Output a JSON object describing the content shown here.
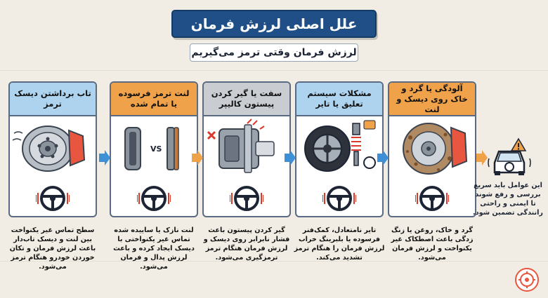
{
  "title": "علل اصلی لرزش فرمان",
  "subtitle": "لرزش فرمان وقتی ترمز می‌گیریم",
  "cards": [
    {
      "heading": "تاب برداشتن دیسک ترمز",
      "head_color": "#aed3ee",
      "description": "سطح تماس غیر یکنواخت بین لنت و دیسک تاب‌دار باعث لرزش فرمان و تکان خوردن خودرو هنگام ترمز می‌شود."
    },
    {
      "heading": "لنت ترمز فرسوده یا تمام شده",
      "head_color": "#f0a24b",
      "vs_label": "VS",
      "description": "لنت نازک یا ساییده شده تماس غیر یکنواختی با دیسک ایجاد کرده و باعث لرزش پدال و فرمان می‌شود."
    },
    {
      "heading": "سفت یا گیر کردن پیستون کالیپر",
      "head_color": "#c9ccd1",
      "description": "گیر کردن پیستون باعث فشار نابرابر روی دیسک و لرزش فرمان هنگام ترمز ترمزگیری می‌شود."
    },
    {
      "heading": "مشکلات سیستم تعلیق یا تایر",
      "head_color": "#aed3ee",
      "description": "تایر نامتعادل، کمک‌فنر فرسوده یا بلبرینگ خراب لرزش فرمان را هنگام ترمز تشدید می‌کند."
    },
    {
      "heading": "آلودگی یا گرد و خاک روی دیسک و لنت",
      "head_color": "#f0a24b",
      "description": "گرد و خاک، روغن یا زنگ زدگی باعث اصطکاک غیر یکنواخت و لرزش فرمان می‌شود."
    }
  ],
  "conclusion": "این عوامل باید سریع بررسی و رفع شوند تا ایمنی و راحتی رانندگی تضمین شود.",
  "colors": {
    "banner": "#1f4f86",
    "arrow": "#3d8fd6",
    "warning": "#f0a24b",
    "brake_red": "#d93a2b"
  },
  "icons": [
    "brake-disc-icon",
    "brake-pad-icon",
    "caliper-icon",
    "tire-suspension-icon",
    "dirty-disc-icon",
    "steering-wheel-icon",
    "car-warning-icon",
    "brand-logo-icon"
  ]
}
